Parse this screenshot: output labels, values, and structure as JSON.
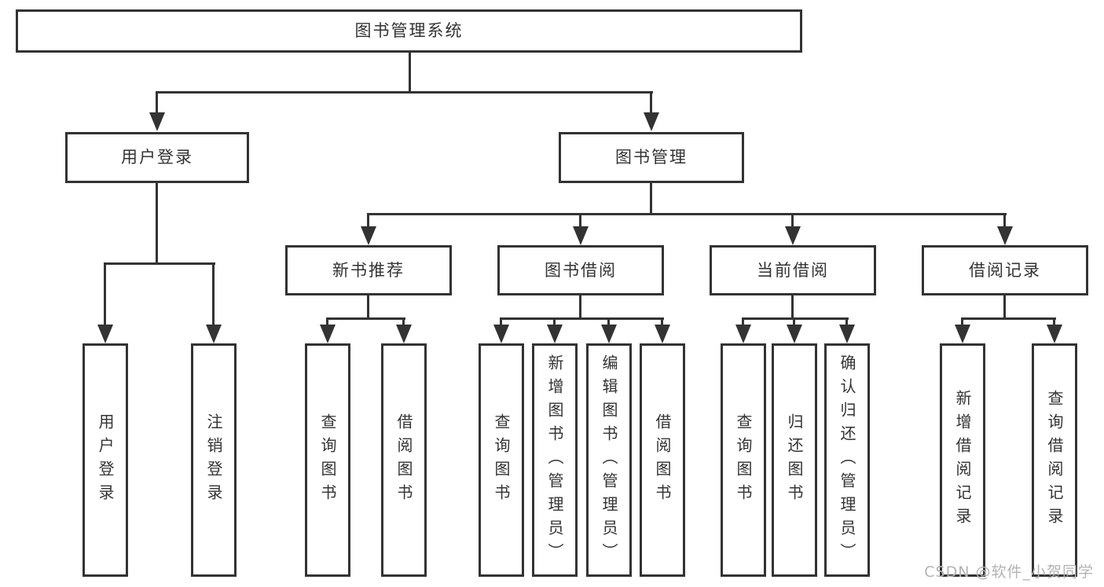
{
  "colors": {
    "line": "#333333",
    "text": "#333333",
    "background": "#ffffff",
    "watermark": "#b3b3b3"
  },
  "nodes": {
    "root": "图书管理系统",
    "user_login": "用户登录",
    "book_management": "图书管理",
    "new_book_recommend": "新书推荐",
    "book_borrow": "图书借阅",
    "current_borrow": "当前借阅",
    "borrow_records": "借阅记录",
    "ul_login": "用户登录",
    "ul_logout": "注销登录",
    "nb_query": "查询图书",
    "nb_borrow": "借阅图书",
    "bb_query": "查询图书",
    "bb_add": "新增图书（管理员）",
    "bb_edit": "编辑图书（管理员）",
    "bb_borrow": "借阅图书",
    "cb_query": "查询图书",
    "cb_return": "归还图书",
    "cb_confirm": "确认归还（管理员）",
    "br_add": "新增借阅记录",
    "br_query": "查询借阅记录"
  },
  "watermark": "CSDN @软件_小贺同学"
}
